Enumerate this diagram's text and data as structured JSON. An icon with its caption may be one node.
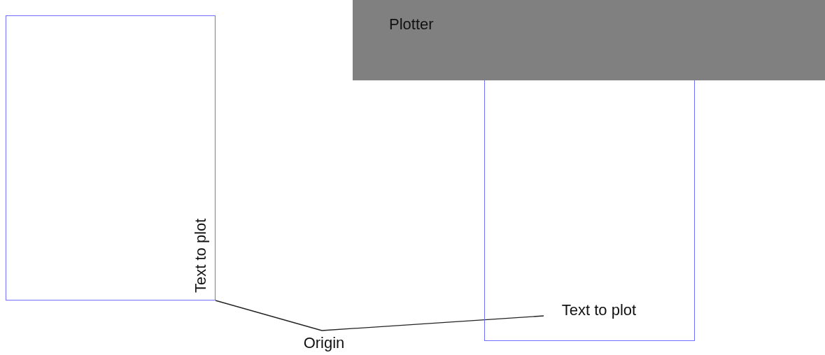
{
  "diagram": {
    "nodes": [
      {
        "text": [],
        "shape": "box"
      },
      {
        "text": [
          "Text to plot"
        ],
        "in": 0
      },
      {
        "text": [
          "Plotter"
        ]
      },
      {
        "text": [],
        "shape": "box"
      },
      {
        "text": [
          "Text to plot"
        ],
        "in": 3
      },
      {
        "text": [
          "Origin"
        ]
      }
    ],
    "edges": [
      {
        "from": 0,
        "to": 5,
        "arrow": "none"
      },
      {
        "from": 5,
        "to": 4,
        "arrow": "none"
      }
    ]
  }
}
